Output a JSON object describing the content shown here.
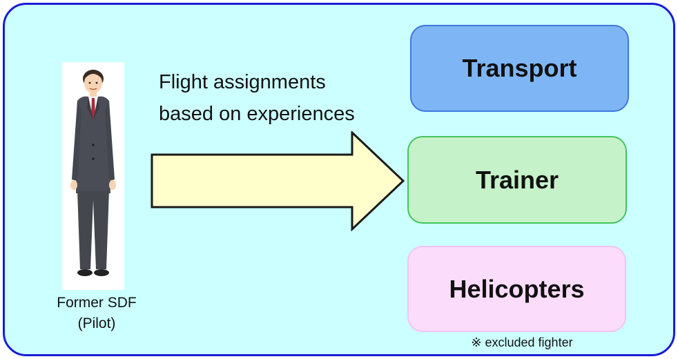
{
  "diagram": {
    "person": {
      "label_line1": "Former SDF",
      "label_line2": "(Pilot)",
      "illustration": "man-in-suit-illustration"
    },
    "arrow": {
      "caption_line1": "Flight assignments",
      "caption_line2": "based on experiences",
      "fill": "#ffffcc",
      "stroke": "#1a1a1a"
    },
    "categories": [
      {
        "label": "Transport",
        "fill": "#7eb6f5"
      },
      {
        "label": "Trainer",
        "fill": "#c6f2c9"
      },
      {
        "label": "Helicopters",
        "fill": "#fbdcfb"
      }
    ],
    "footnote": "※ excluded fighter"
  },
  "colors": {
    "panel_background": "#ccffff",
    "panel_border": "#1a1ad6"
  }
}
